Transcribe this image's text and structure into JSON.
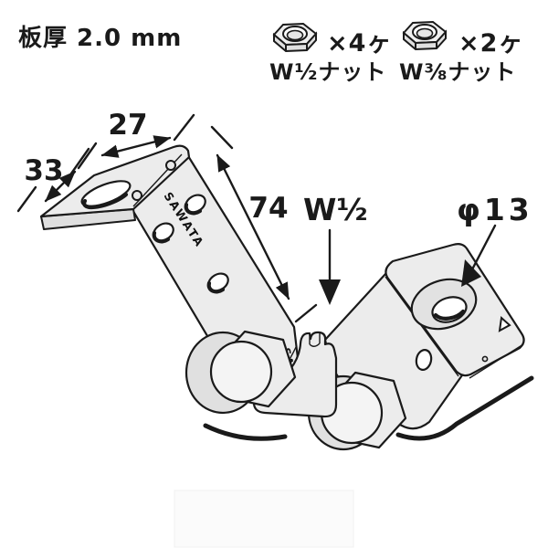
{
  "title_note": {
    "plate_thickness": "板厚 2.0 mm"
  },
  "parts_list": [
    {
      "icon": "hex-nut-icon",
      "quantity": "×4ヶ",
      "label": "W½ナット"
    },
    {
      "icon": "hex-nut-icon",
      "quantity": "×2ヶ",
      "label": "W⅜ナット"
    }
  ],
  "dimensions": {
    "flange_width": "27",
    "flange_depth": "33",
    "arm_length": "74"
  },
  "callouts": {
    "rod_thread": "W½",
    "hole_diameter": "φ13"
  },
  "brand_stamp": "SAWATA",
  "colors": {
    "line": "#1a1a1a",
    "metal_light": "#ececec",
    "metal_mid": "#e0e0e0",
    "background": "#ffffff"
  }
}
